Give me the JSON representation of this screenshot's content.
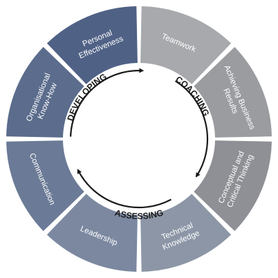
{
  "segments": [
    {
      "lines": [
        "Teamwork"
      ],
      "color": "#a7a9ac"
    },
    {
      "lines": [
        "Achieving Business",
        "Results"
      ],
      "color": "#9a9ca0"
    },
    {
      "lines": [
        "Conceptual and",
        "Critical Thinking"
      ],
      "color": "#8e9095"
    },
    {
      "lines": [
        "Technical",
        "Knowledge"
      ],
      "color": "#8c96a6"
    },
    {
      "lines": [
        "Leadership"
      ],
      "color": "#7b88a0"
    },
    {
      "lines": [
        "Communication"
      ],
      "color": "#6b7a96"
    },
    {
      "lines": [
        "Organisational",
        "Know-How"
      ],
      "color": "#5b6c8c"
    },
    {
      "lines": [
        "Personal",
        "Effectiveness"
      ],
      "color": "#4f6185"
    }
  ],
  "stages": [
    "DEVELOPING",
    "COACHING",
    "ASSESSING"
  ],
  "arrow_color": "#1a1a1a"
}
